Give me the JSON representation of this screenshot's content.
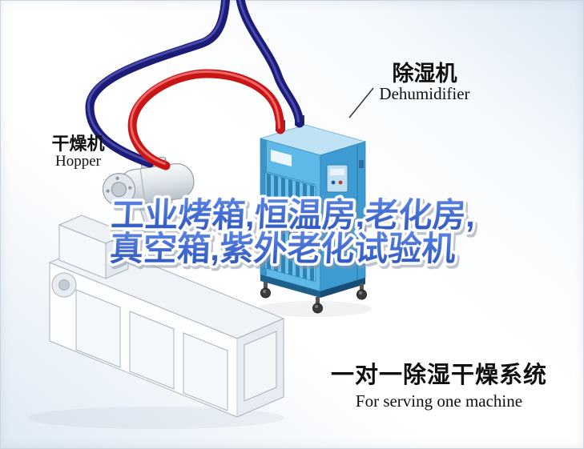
{
  "scene": {
    "headline_line1": "工业烤箱,恒温房,老化房,",
    "headline_line2": "真空箱,紫外老化试验机",
    "dehumidifier_label_cn": "除湿机",
    "dehumidifier_label_en": "Dehumidifier",
    "hopper_label_cn": "干燥机",
    "hopper_label_en": "Hopper",
    "caption_cn": "一对一除湿干燥系统",
    "caption_en": "For serving one machine"
  },
  "colors": {
    "headline_blue": "#3563cb",
    "headline_outline": "#ffffff",
    "hose_red": "#c81616",
    "hose_navy": "#1c1c78",
    "dehumidifier_blue": "#5fb9e8",
    "label_black": "#101010",
    "background_tint": "#dce8f4"
  }
}
